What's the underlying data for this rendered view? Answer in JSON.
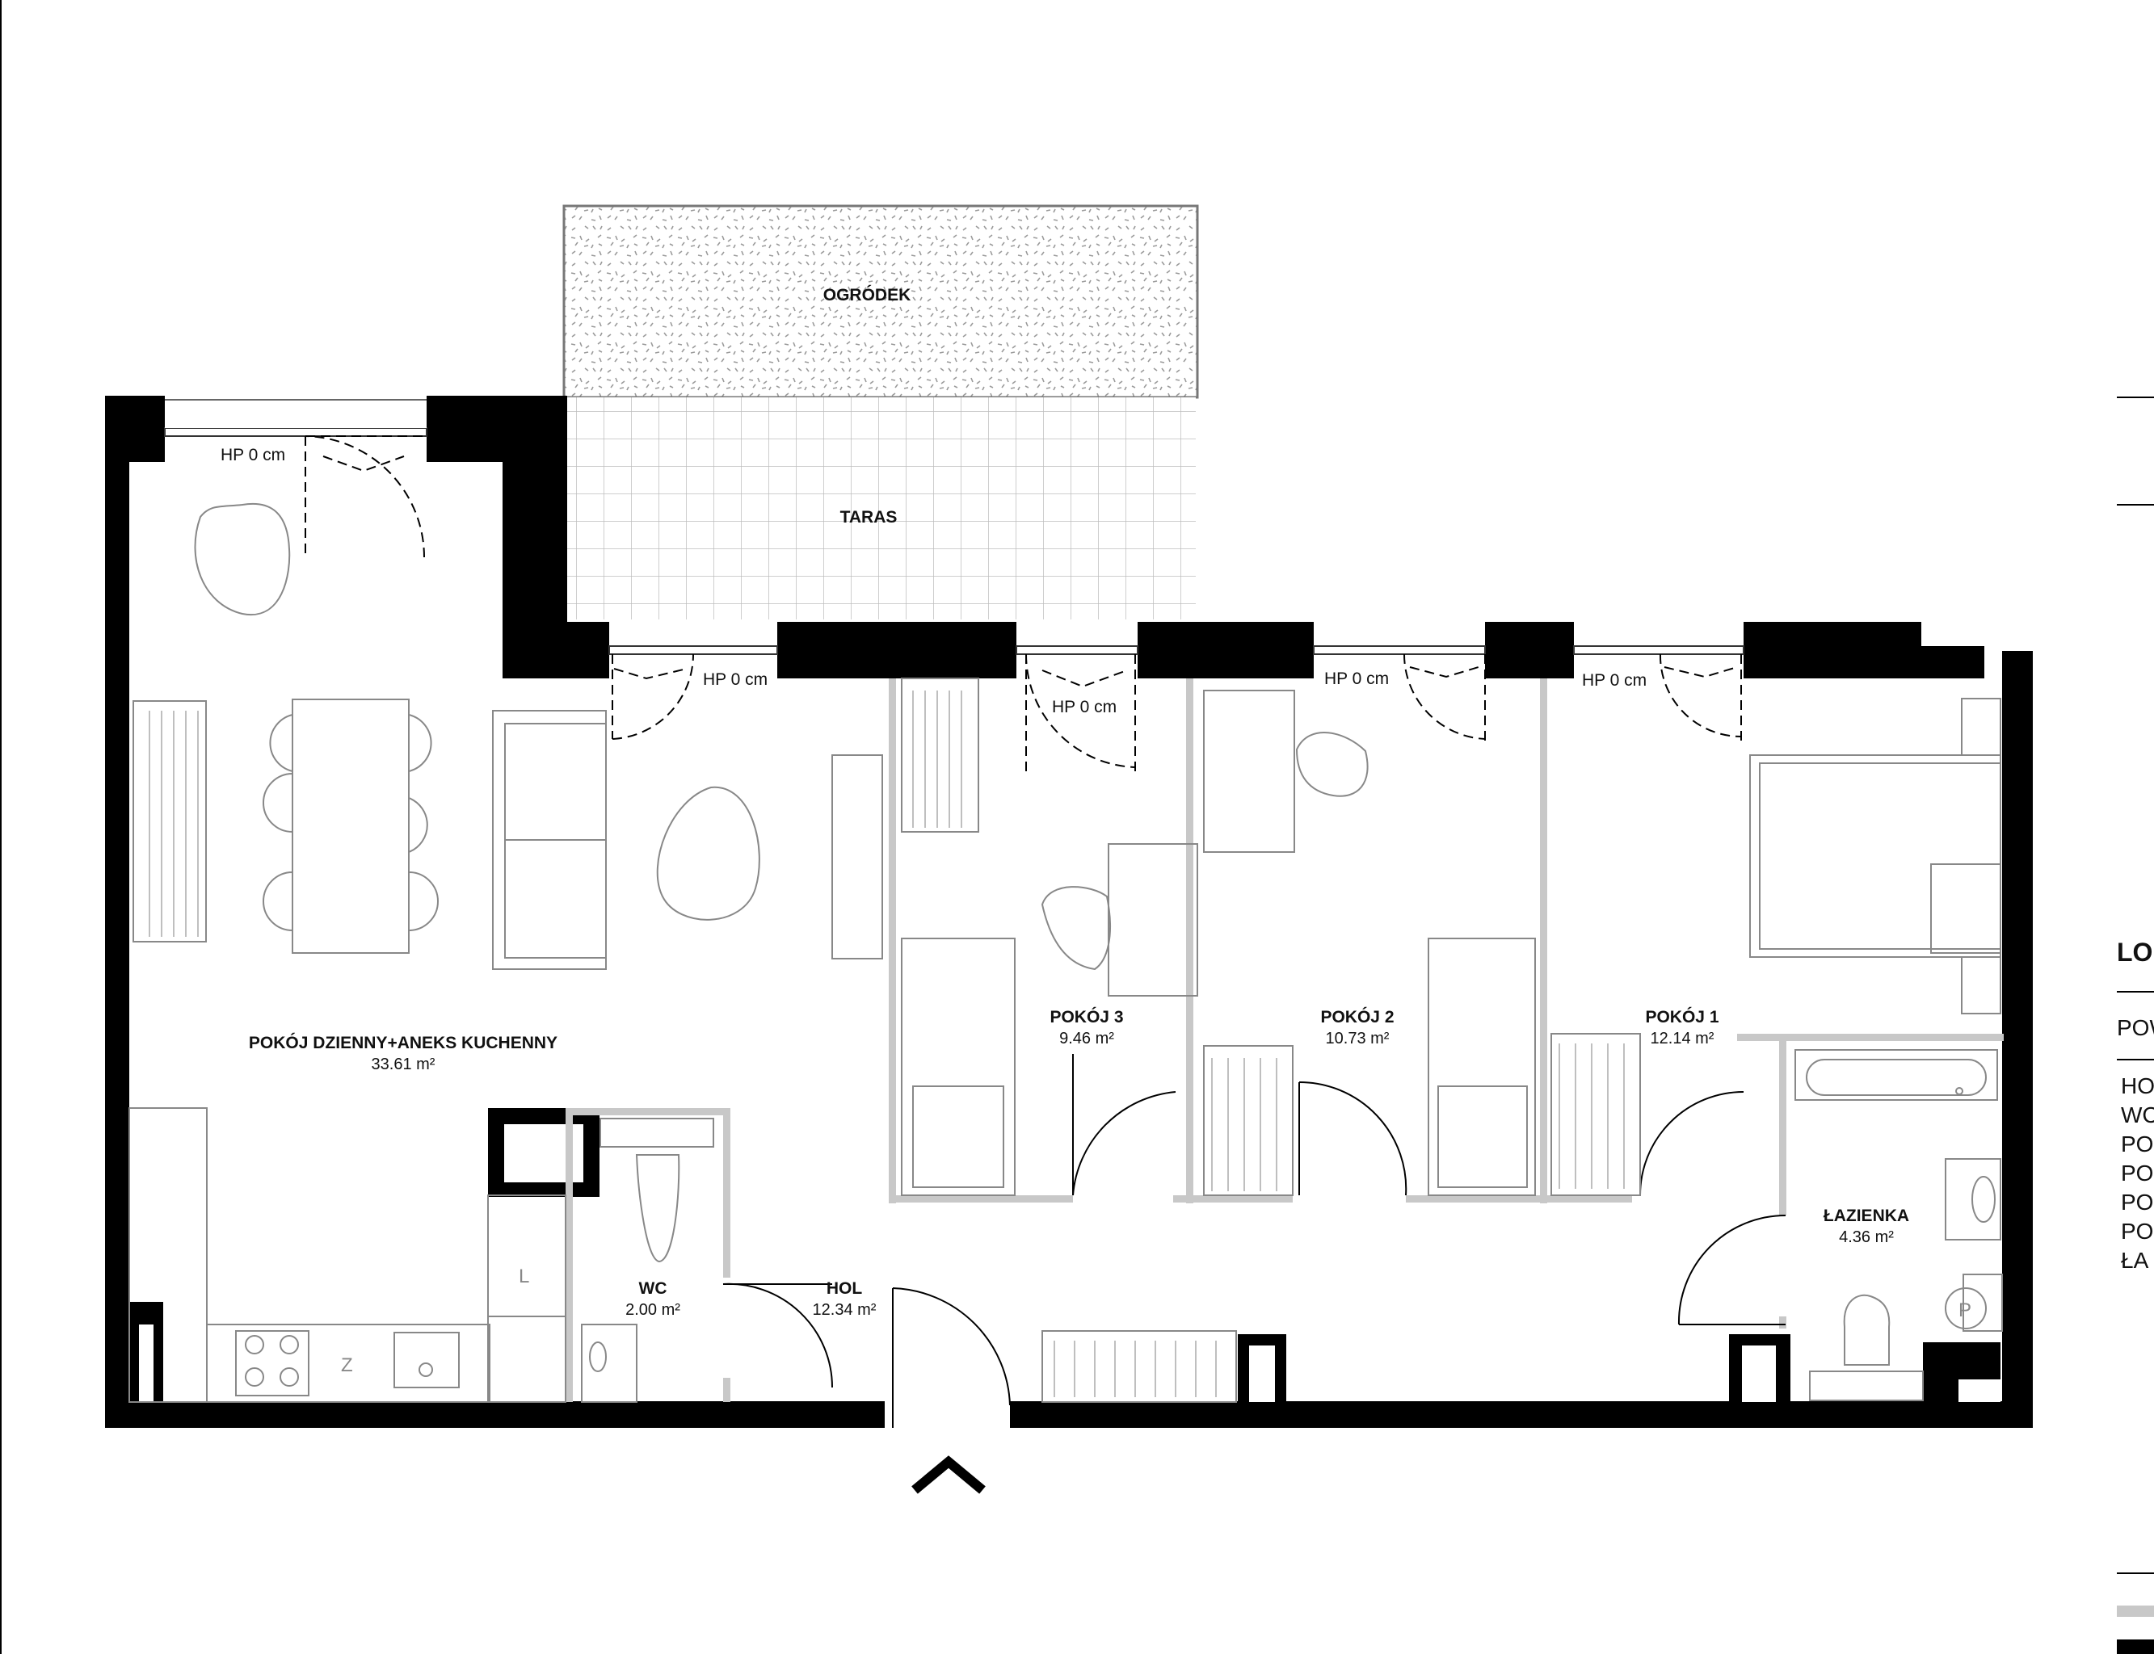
{
  "rooms": {
    "ogrodek": {
      "name": "OGRÓDEK"
    },
    "taras": {
      "name": "TARAS"
    },
    "dzienny": {
      "name": "POKÓJ DZIENNY+ANEKS KUCHENNY",
      "area": "33.61 m²"
    },
    "pokoj3": {
      "name": "POKÓJ 3",
      "area": "9.46 m²"
    },
    "pokoj2": {
      "name": "POKÓJ 2",
      "area": "10.73 m²"
    },
    "pokoj1": {
      "name": "POKÓJ 1",
      "area": "12.14 m²"
    },
    "lazienka": {
      "name": "ŁAZIENKA",
      "area": "4.36 m²"
    },
    "wc": {
      "name": "WC",
      "area": "2.00 m²"
    },
    "hol": {
      "name": "HOL",
      "area": "12.34 m²"
    }
  },
  "threshold_label": "HP 0 cm",
  "fixture_letters": {
    "fridge": "L",
    "freezer": "Z",
    "washer": "P"
  },
  "legend_partial": {
    "title": "LO",
    "header": "POW",
    "rows": [
      "HO",
      "WC",
      "PO",
      "PO",
      "PO",
      "PO",
      "ŁA"
    ]
  },
  "colors": {
    "wall": "#000000",
    "partition": "#c8c8c8",
    "furniture": "#888888"
  }
}
